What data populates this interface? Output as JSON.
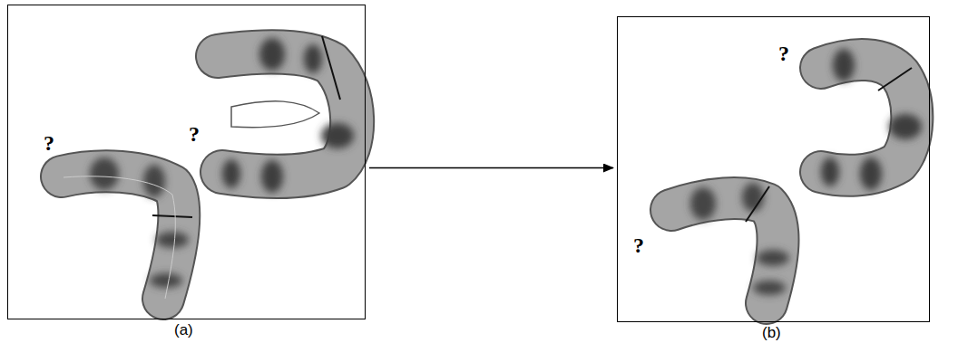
{
  "diagram": {
    "nodes": [
      {
        "text": [
          "?",
          "?",
          "(a)"
        ]
      },
      {
        "text": [
          "?",
          "?",
          "(b)"
        ]
      }
    ],
    "edges": [
      {
        "from": 0,
        "to": 1,
        "arrow": "to"
      }
    ]
  }
}
